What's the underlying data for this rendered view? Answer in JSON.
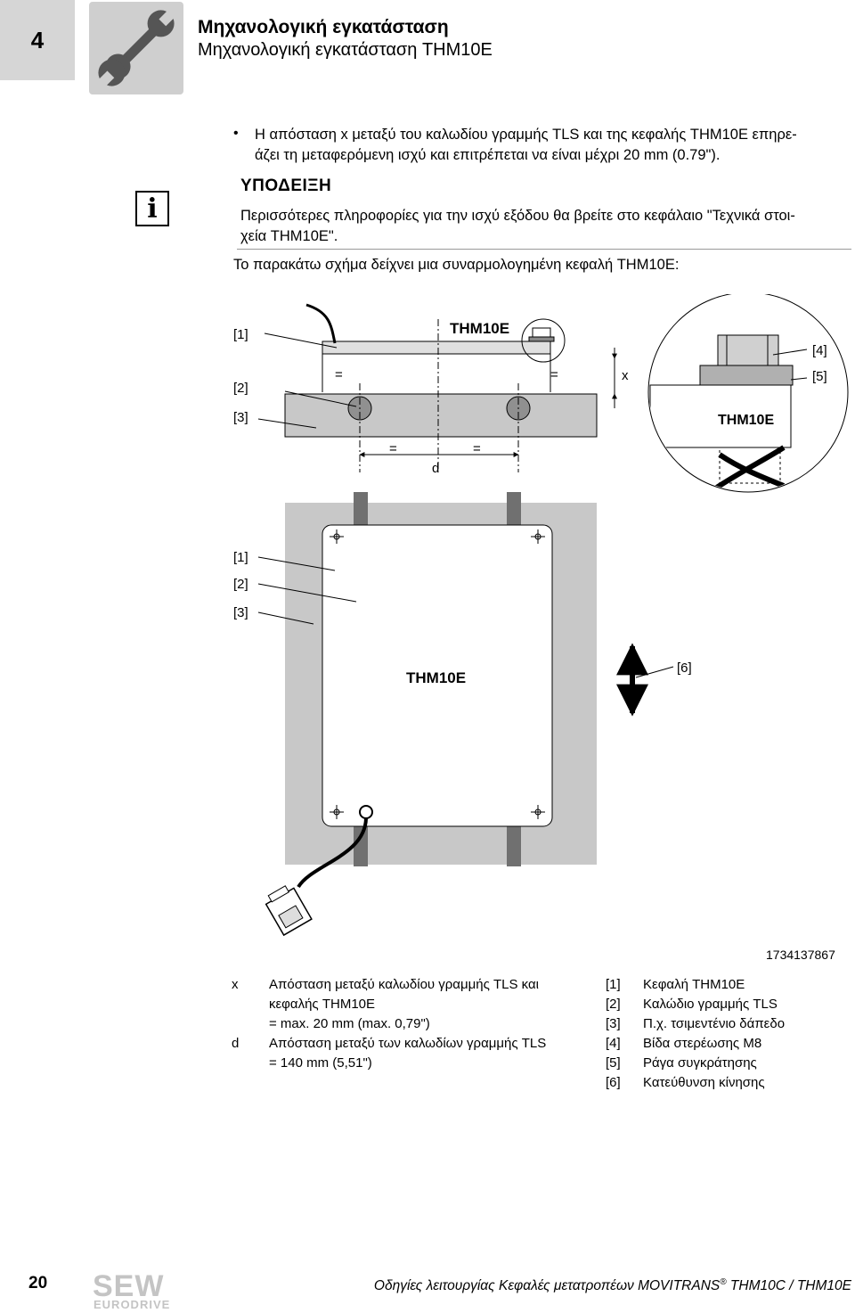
{
  "header": {
    "chapter_number": "4",
    "title": "Μηχανολογική εγκατάσταση",
    "subtitle": "Μηχανολογική εγκατάσταση THM10E",
    "section_icon": "wrench-icon"
  },
  "bullet": {
    "line1": "Η απόσταση x μεταξύ του καλωδίου γραμμής TLS και της κεφαλής THM10E επηρε-",
    "line2": "άζει τη μεταφερόμενη ισχύ και επιτρέπεται να είναι μέχρι 20 mm (0.79\")."
  },
  "note": {
    "icon": "info-icon",
    "icon_glyph": "i",
    "heading": "ΥΠΟΔΕΙΞΗ",
    "line1": "Περισσότερες πληροφορίες για την ισχύ εξόδου θα βρείτε στο κεφάλαιο \"Τεχνικά στοι-",
    "line2": "χεία THM10E\"."
  },
  "figure": {
    "intro": "Το παρακάτω σχήμα δείχνει μια συναρμολογημένη κεφαλή THM10E:",
    "head_label": "THM10E",
    "callouts": {
      "c1": "[1]",
      "c2": "[2]",
      "c3": "[3]",
      "c4": "[4]",
      "c5": "[5]",
      "c6": "[6]"
    },
    "equal_sign": "=",
    "dim_x": "x",
    "dim_d": "d",
    "figure_id": "1734137867"
  },
  "legend_left": [
    {
      "key": "x",
      "lines": [
        "Απόσταση μεταξύ καλωδίου γραμμής TLS και",
        "κεφαλής THM10E",
        "= max. 20 mm (max. 0,79\")"
      ]
    },
    {
      "key": "d",
      "lines": [
        "Απόσταση μεταξύ των καλωδίων γραμμής TLS",
        "= 140 mm (5,51\")"
      ]
    }
  ],
  "legend_right": [
    {
      "key": "[1]",
      "text": "Κεφαλή THM10E"
    },
    {
      "key": "[2]",
      "text": "Καλώδιο γραμμής TLS"
    },
    {
      "key": "[3]",
      "text": "Π.χ. τσιμεντένιο δάπεδο"
    },
    {
      "key": "[4]",
      "text": "Βίδα στερέωσης M8"
    },
    {
      "key": "[5]",
      "text": "Ράγα συγκράτησης"
    },
    {
      "key": "[6]",
      "text": "Κατεύθυνση κίνησης"
    }
  ],
  "footer": {
    "page_number": "20",
    "logo_top": "SEW",
    "logo_bottom": "EURODRIVE",
    "doc_title": "Οδηγίες λειτουργίας Κεφαλές μετατροπέων MOVITRANS",
    "registered": "®",
    "doc_title_suffix": " THM10C / THM10E"
  },
  "colors": {
    "header_gray": "#d6d6d6",
    "floor_gray": "#c8c8c8",
    "line_black": "#000000"
  }
}
